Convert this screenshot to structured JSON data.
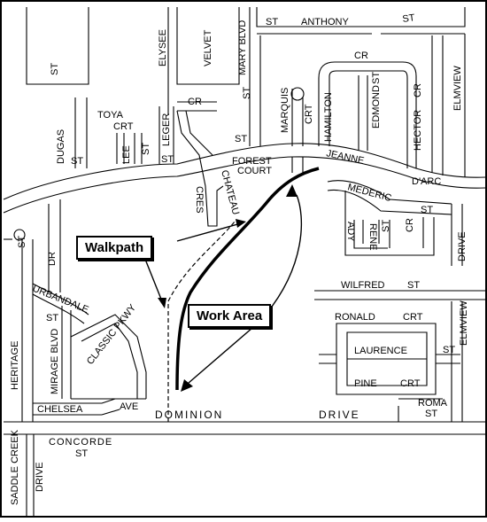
{
  "callouts": {
    "walkpath": "Walkpath",
    "work_area": "Work Area"
  },
  "streets": {
    "st_top_left": "ST",
    "elysee": "ELYSEE",
    "velvet": "VELVET",
    "mary_blvd": "MARY BLVD",
    "st_top_mid": "ST",
    "anthony": "ANTHONY",
    "st_anthony": "ST",
    "cr_top": "CR",
    "st_left": "ST",
    "dugas": "DUGAS",
    "st_dugas": "ST",
    "toya": "TOYA",
    "crt_toya": "CRT",
    "lee": "LEE",
    "st_lee": "ST",
    "leger": "LEGER",
    "st_leger": "ST",
    "cr_leger": "CR",
    "st_mid": "ST",
    "marquis": "MARQUIS",
    "crt_marquis": "CRT",
    "hamilton": "HAMILTON",
    "edmond": "EDMOND",
    "st_edmond": "ST",
    "hector": "HECTOR",
    "cr_hector": "CR",
    "elmview_top": "ELMVIEW",
    "forest": "FOREST",
    "court": "COURT",
    "jeanne": "JEANNE",
    "darc": "D'ARC",
    "chateau": "CHATEAU",
    "cres": "CRES",
    "mederic": "MEDERIC",
    "st_mederic": "ST",
    "ady": "ADY",
    "rene": "RENE",
    "st_rene": "ST",
    "cr_rene": "CR",
    "drive_right": "DRIVE",
    "st_dr": "ST",
    "dr_left": "DR",
    "urbandale": "URBANDALE",
    "st_urbandale": "ST",
    "wilfred": "WILFRED",
    "st_wilfred": "ST",
    "mirage": "MIRAGE BLVD",
    "classic": "CLASSIC PKWY",
    "heritage": "HERITAGE",
    "ronald": "RONALD",
    "crt_ronald": "CRT",
    "elmview_right": "ELMVIEW",
    "laurence": "LAURENCE",
    "st_laurence": "ST",
    "pine": "PINE",
    "crt_pine": "CRT",
    "chelsea": "CHELSEA",
    "ave": "AVE",
    "dominion": "DOMINION",
    "drive_bottom": "DRIVE",
    "roma": "ROMA",
    "st_roma": "ST",
    "concorde": "CONCORDE",
    "st_concorde": "ST",
    "saddle_creek": "SADDLE CREEK",
    "drive_saddle": "DRIVE"
  }
}
